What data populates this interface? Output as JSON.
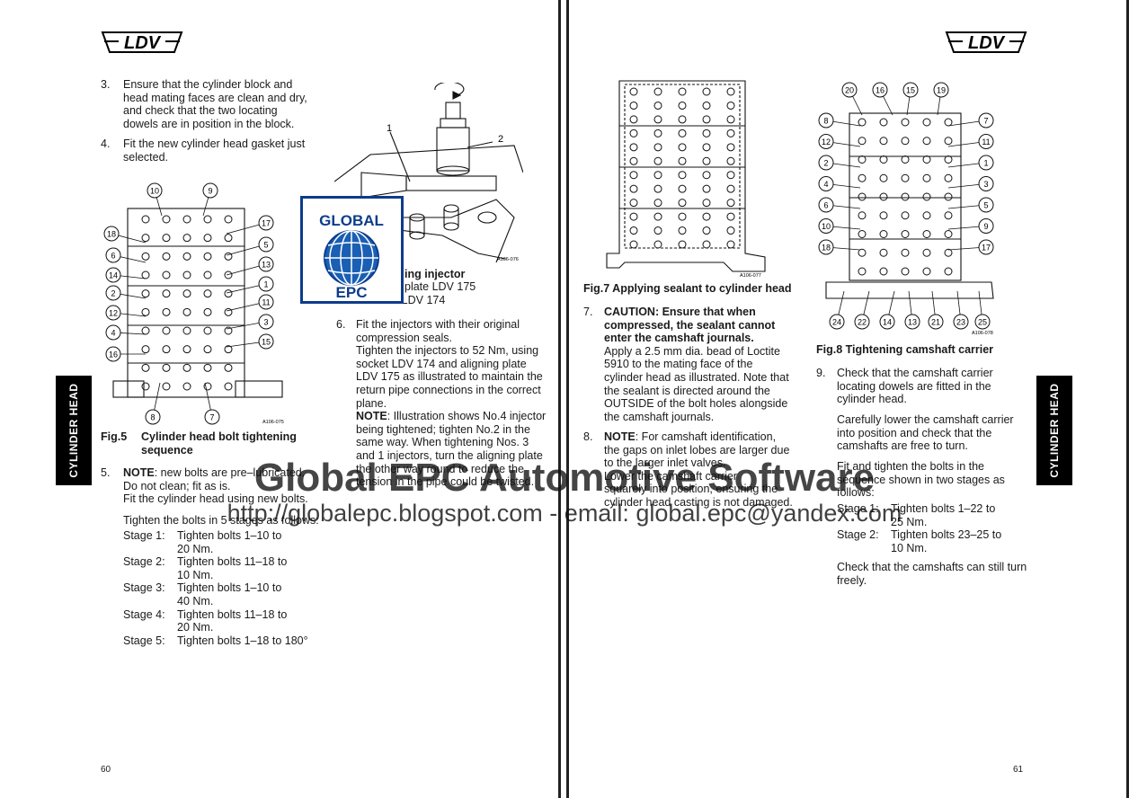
{
  "logo_text": "LDV",
  "left": {
    "step3": {
      "num": "3.",
      "lines": [
        "Ensure that the cylinder block and",
        "head mating faces are clean and dry,",
        "and check that the two locating",
        "dowels are in position in the block."
      ]
    },
    "step4": {
      "num": "4.",
      "lines": [
        "Fit the new cylinder head gasket just",
        "selected."
      ]
    },
    "fig5_diagram": {
      "ref": "A106-075",
      "bolts": [
        "10",
        "9",
        "18",
        "17",
        "6",
        "5",
        "14",
        "13",
        "2",
        "1",
        "12",
        "11",
        "4",
        "3",
        "16",
        "15",
        "8",
        "7"
      ]
    },
    "fig5_caption": {
      "label": "Fig.5",
      "lines": [
        "Cylinder head bolt tightening",
        "sequence"
      ]
    },
    "fig6_diagram": {
      "ref": "A106-076",
      "callouts": [
        "1",
        "2"
      ]
    },
    "fig6_caption": {
      "fragment": "ing injector",
      "items": [
        "plate LDV 175",
        "Socket LDV 174"
      ],
      "item2_num": "2."
    },
    "step5": {
      "num": "5.",
      "note_label": "NOTE",
      "note_text": ": new bolts are pre–lubricated.",
      "lines": [
        "Do not clean; fit as is.",
        "Fit the cylinder head using new bolts."
      ],
      "intro": "Tighten the bolts in 5 stages as follows:"
    },
    "stages": [
      {
        "label": "Stage 1:",
        "lines": [
          "Tighten bolts 1–10 to",
          "20 Nm."
        ]
      },
      {
        "label": "Stage 2:",
        "lines": [
          "Tighten bolts 11–18 to",
          "10 Nm."
        ]
      },
      {
        "label": "Stage 3:",
        "lines": [
          "Tighten bolts 1–10 to",
          "40 Nm."
        ]
      },
      {
        "label": "Stage 4:",
        "lines": [
          "Tighten bolts 11–18 to",
          "20 Nm."
        ]
      },
      {
        "label": "Stage 5:",
        "lines": [
          "Tighten bolts 1–18 to 180°"
        ]
      }
    ],
    "step6": {
      "num": "6.",
      "lines": [
        "Fit the injectors with their original",
        "compression seals.",
        "Tighten the injectors to 52 Nm, using",
        "socket LDV 174 and aligning plate",
        "LDV 175 as illustrated to maintain the",
        "return pipe connections in the correct",
        "plane."
      ],
      "note_label": "NOTE",
      "note_lines": [
        ": Illustration shows No.4 injector",
        "being tightened;  tighten No.2 in the",
        "same way.  When tightening Nos. 3",
        "and 1 injectors, turn the aligning plate",
        "the other way round to reduce the",
        "tension in the pipe could be twisted."
      ]
    },
    "side_tab": "CYLINDER HEAD",
    "page_number": "60"
  },
  "right": {
    "fig7_diagram": {
      "ref": "A106-077"
    },
    "fig7_caption": "Fig.7 Applying sealant to cylinder head",
    "step7": {
      "num": "7.",
      "caution_lines": [
        "CAUTION: Ensure that when",
        "compressed, the sealant cannot",
        "enter the camshaft journals."
      ],
      "lines": [
        "Apply a 2.5 mm dia. bead of Loctite",
        "5910 to the mating face of the",
        "cylinder head as illustrated. Note that",
        "the sealant is directed around the",
        "OUTSIDE of the bolt holes alongside",
        "the camshaft journals."
      ]
    },
    "step8": {
      "num": "8.",
      "note_label": "NOTE",
      "note_text": ": For camshaft identification,",
      "lines": [
        "the gaps on inlet lobes are larger due",
        "to the larger inlet valves.",
        "Lower the camshaft carrier",
        "squarely into position, ensuring the",
        "cylinder head casting is not damaged."
      ]
    },
    "fig8_diagram": {
      "ref": "A106-078",
      "top": [
        "20",
        "16",
        "15",
        "19"
      ],
      "left": [
        "8",
        "12",
        "2",
        "4",
        "6",
        "10",
        "18"
      ],
      "right": [
        "7",
        "11",
        "1",
        "3",
        "5",
        "9",
        "17"
      ],
      "bottom": [
        "24",
        "22",
        "14",
        "13",
        "21",
        "23",
        "25"
      ]
    },
    "fig8_caption": "Fig.8 Tightening camshaft carrier",
    "step9": {
      "num": "9.",
      "lines": [
        "Check that the camshaft carrier",
        "locating dowels are fitted in the",
        "cylinder head."
      ],
      "para2": [
        "Carefully lower the camshaft carrier",
        "into position and check that the",
        "camshafts are free to turn."
      ],
      "para3": [
        "Fit and tighten the bolts in the",
        "sequence shown in two stages as",
        "follows:"
      ]
    },
    "stages": [
      {
        "label": "Stage 1:",
        "lines": [
          "Tighten bolts 1–22 to",
          "25 Nm."
        ]
      },
      {
        "label": "Stage 2:",
        "lines": [
          "Tighten bolts 23–25 to",
          "10 Nm."
        ]
      }
    ],
    "final": [
      "Check that the camshafts can still turn",
      "freely."
    ],
    "side_tab": "CYLINDER HEAD",
    "page_number": "61"
  },
  "badge": {
    "line1": "GLOBAL",
    "line2": "EPC"
  },
  "watermark": {
    "title": "Global EPC Automotive Software",
    "url": "http://globalepc.blogspot.com - email: global.epc@yandex.com"
  },
  "colors": {
    "badge_blue": "#1a5fb4",
    "badge_border": "#0d3c8c"
  }
}
